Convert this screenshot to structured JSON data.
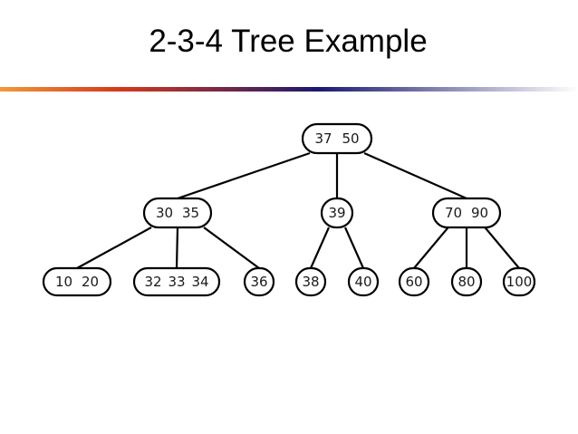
{
  "slide": {
    "title": "2-3-4 Tree Example"
  },
  "tree": {
    "nodes": [
      {
        "id": "root",
        "keys": [
          "37",
          "50"
        ]
      },
      {
        "id": "n-30-35",
        "keys": [
          "30",
          "35"
        ]
      },
      {
        "id": "n-39",
        "keys": [
          "39"
        ]
      },
      {
        "id": "n-70-90",
        "keys": [
          "70",
          "90"
        ]
      },
      {
        "id": "n-10-20",
        "keys": [
          "10",
          "20"
        ]
      },
      {
        "id": "n-32-33-34",
        "keys": [
          "32",
          "33",
          "34"
        ]
      },
      {
        "id": "n-36",
        "keys": [
          "36"
        ]
      },
      {
        "id": "n-38",
        "keys": [
          "38"
        ]
      },
      {
        "id": "n-40",
        "keys": [
          "40"
        ]
      },
      {
        "id": "n-60",
        "keys": [
          "60"
        ]
      },
      {
        "id": "n-80",
        "keys": [
          "80"
        ]
      },
      {
        "id": "n-100",
        "keys": [
          "100"
        ]
      }
    ],
    "edges": [
      {
        "from": "root",
        "to": "n-30-35"
      },
      {
        "from": "root",
        "to": "n-39"
      },
      {
        "from": "root",
        "to": "n-70-90"
      },
      {
        "from": "n-30-35",
        "to": "n-10-20"
      },
      {
        "from": "n-30-35",
        "to": "n-32-33-34"
      },
      {
        "from": "n-30-35",
        "to": "n-36"
      },
      {
        "from": "n-39",
        "to": "n-38"
      },
      {
        "from": "n-39",
        "to": "n-40"
      },
      {
        "from": "n-70-90",
        "to": "n-60"
      },
      {
        "from": "n-70-90",
        "to": "n-80"
      },
      {
        "from": "n-70-90",
        "to": "n-100"
      }
    ]
  },
  "colors": {
    "accent_dark": "#1a1a6e",
    "accent_red": "#d83a1c",
    "accent_orange": "#f09a3a"
  }
}
